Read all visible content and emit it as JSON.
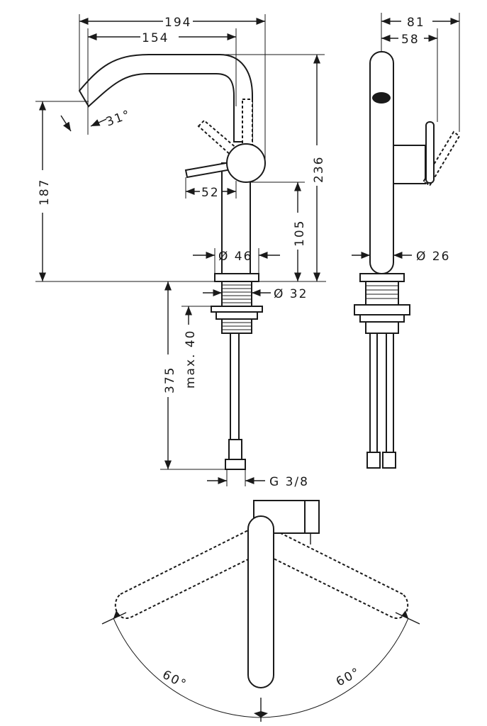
{
  "dimensions": {
    "width_194": "194",
    "spout_154": "154",
    "angle_31": "31°",
    "height_187": "187",
    "height_236": "236",
    "lever_52": "52",
    "height_105": "105",
    "dia_46": "Ø 46",
    "dia_32": "Ø 32",
    "max_40": "max. 40",
    "length_375": "375",
    "thread_g38": "G 3/8",
    "side_81": "81",
    "side_58": "58",
    "dia_26": "Ø 26",
    "swivel_left": "60°",
    "swivel_right": "60°"
  },
  "colors": {
    "line": "#1a1a1a",
    "background": "#ffffff"
  }
}
